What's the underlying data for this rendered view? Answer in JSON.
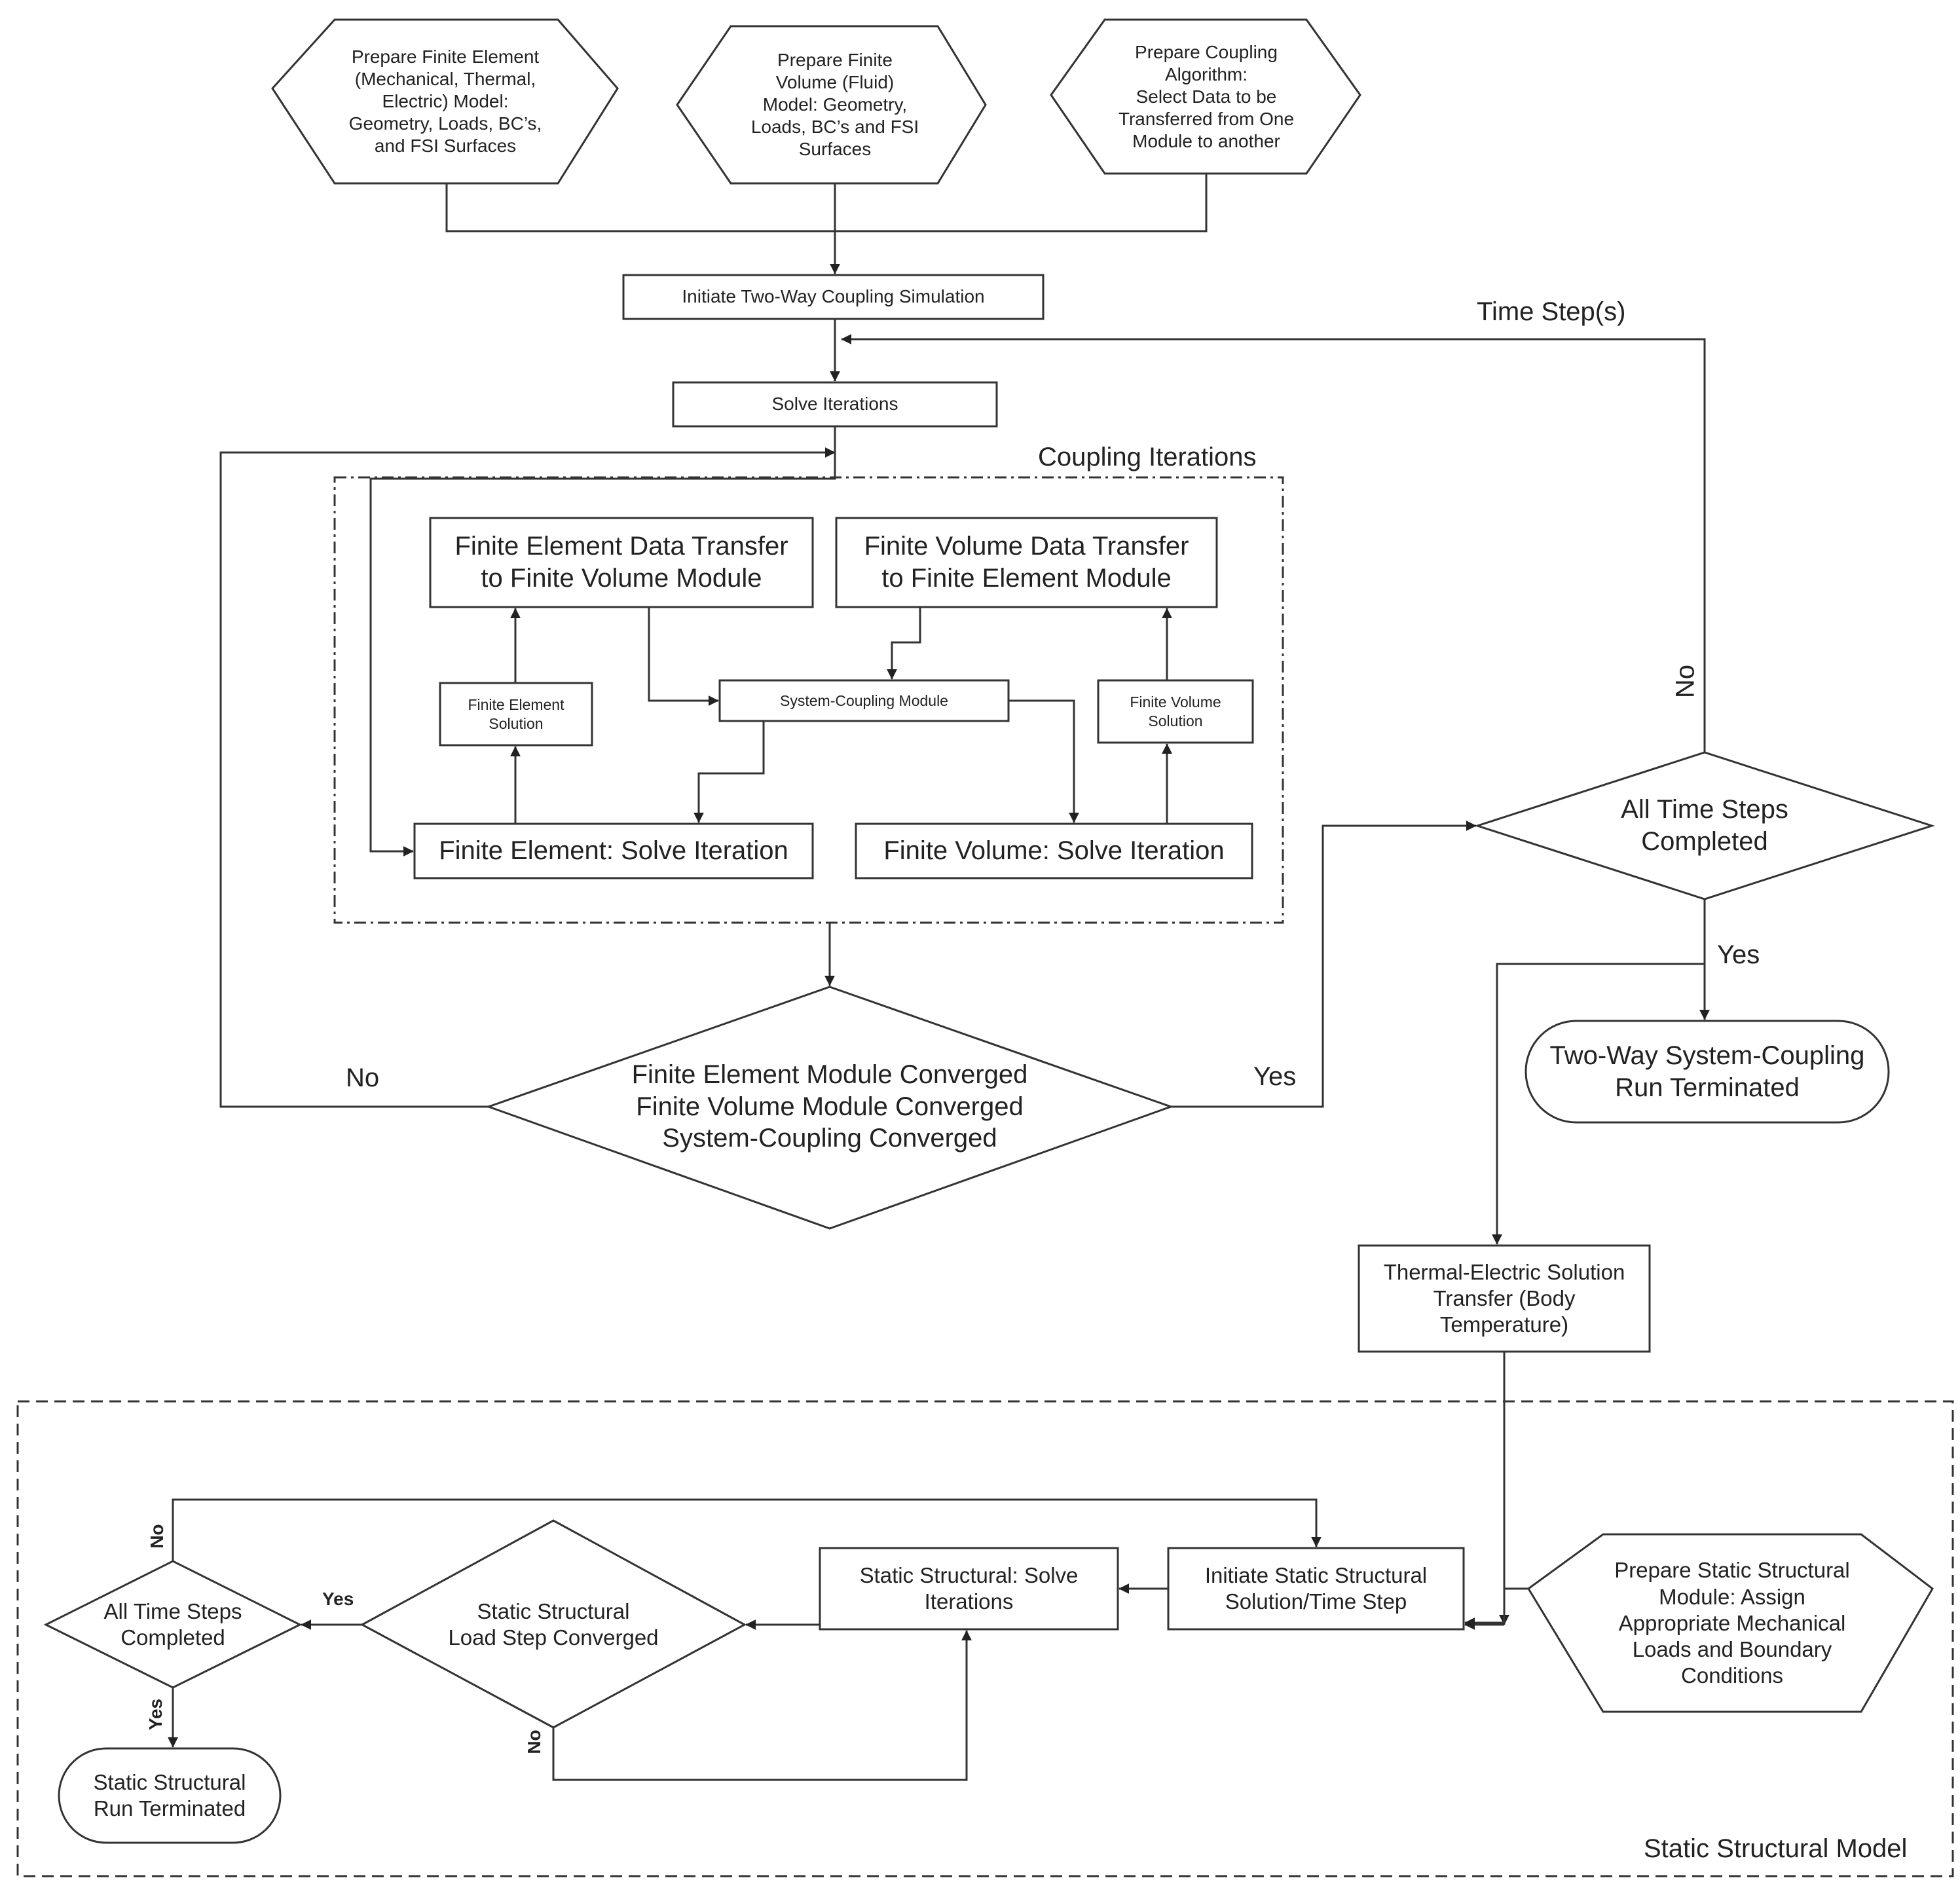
{
  "nodes": {
    "prep_fe": "Prepare Finite Element\n(Mechanical, Thermal,\nElectric) Model:\nGeometry, Loads, BC’s,\nand FSI Surfaces",
    "prep_fv": "Prepare Finite\nVolume (Fluid)\nModel: Geometry,\nLoads, BC’s and FSI\nSurfaces",
    "prep_ca": "Prepare Coupling\nAlgorithm:\nSelect Data to be\nTransferred from One\nModule to another",
    "initiate": "Initiate Two-Way Coupling Simulation",
    "solve_iter": "Solve Iterations",
    "fe_transfer": "Finite Element Data Transfer\nto Finite Volume Module",
    "fv_transfer": "Finite Volume Data Transfer\nto Finite Element Module",
    "fe_solution": "Finite Element\nSolution",
    "fv_solution": "Finite Volume\nSolution",
    "sys_coupling": "System-Coupling Module",
    "fe_solve": "Finite Element: Solve Iteration",
    "fv_solve": "Finite Volume: Solve Iteration",
    "converged": "Finite Element Module Converged\nFinite Volume Module  Converged\nSystem-Coupling Converged",
    "all_steps": "All Time Steps\nCompleted",
    "terminated": "Two-Way System-Coupling\nRun Terminated",
    "thermal": "Thermal-Electric Solution\nTransfer (Body\nTemperature)",
    "prep_static": "Prepare Static Structural\nModule: Assign\nAppropriate Mechanical\nLoads and Boundary\nConditions",
    "init_static": "Initiate Static Structural\nSolution/Time Step",
    "static_solve": "Static Structural: Solve\nIterations",
    "load_conv": "Static Structural\nLoad Step Converged",
    "static_all": "All Time Steps\nCompleted",
    "static_term": "Static Structural\nRun Terminated"
  },
  "labels": {
    "coupling_iterations": "Coupling Iterations",
    "time_steps": "Time Step(s)",
    "static_model": "Static Structural Model",
    "no_left": "No",
    "yes_conv": "Yes",
    "no_right": "No",
    "yes_right": "Yes",
    "static_no_top": "No",
    "static_yes_left": "Yes",
    "static_yes_down": "Yes",
    "static_no_bottom": "No"
  },
  "colors": {
    "stroke": "#333333",
    "text": "#222222",
    "background": "#ffffff"
  }
}
